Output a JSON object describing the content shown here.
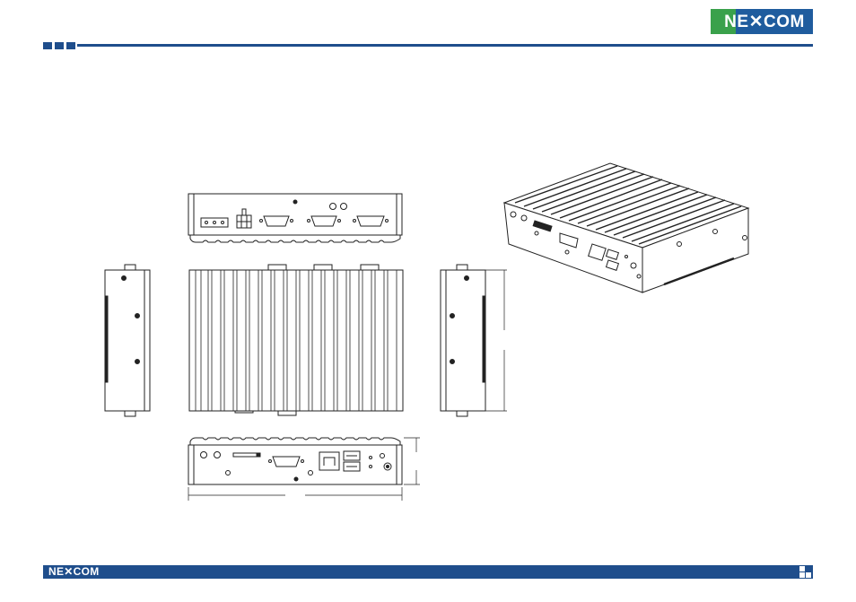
{
  "brand": {
    "logo_text": "NE✕COM",
    "footer_logo_text": "NE✕COM",
    "primary_color": "#1f4e8c",
    "accent_color": "#3aa14b"
  },
  "drawing": {
    "views": [
      "rear-view",
      "top-view",
      "left-side-view",
      "right-side-view",
      "front-view",
      "isometric-view"
    ]
  }
}
